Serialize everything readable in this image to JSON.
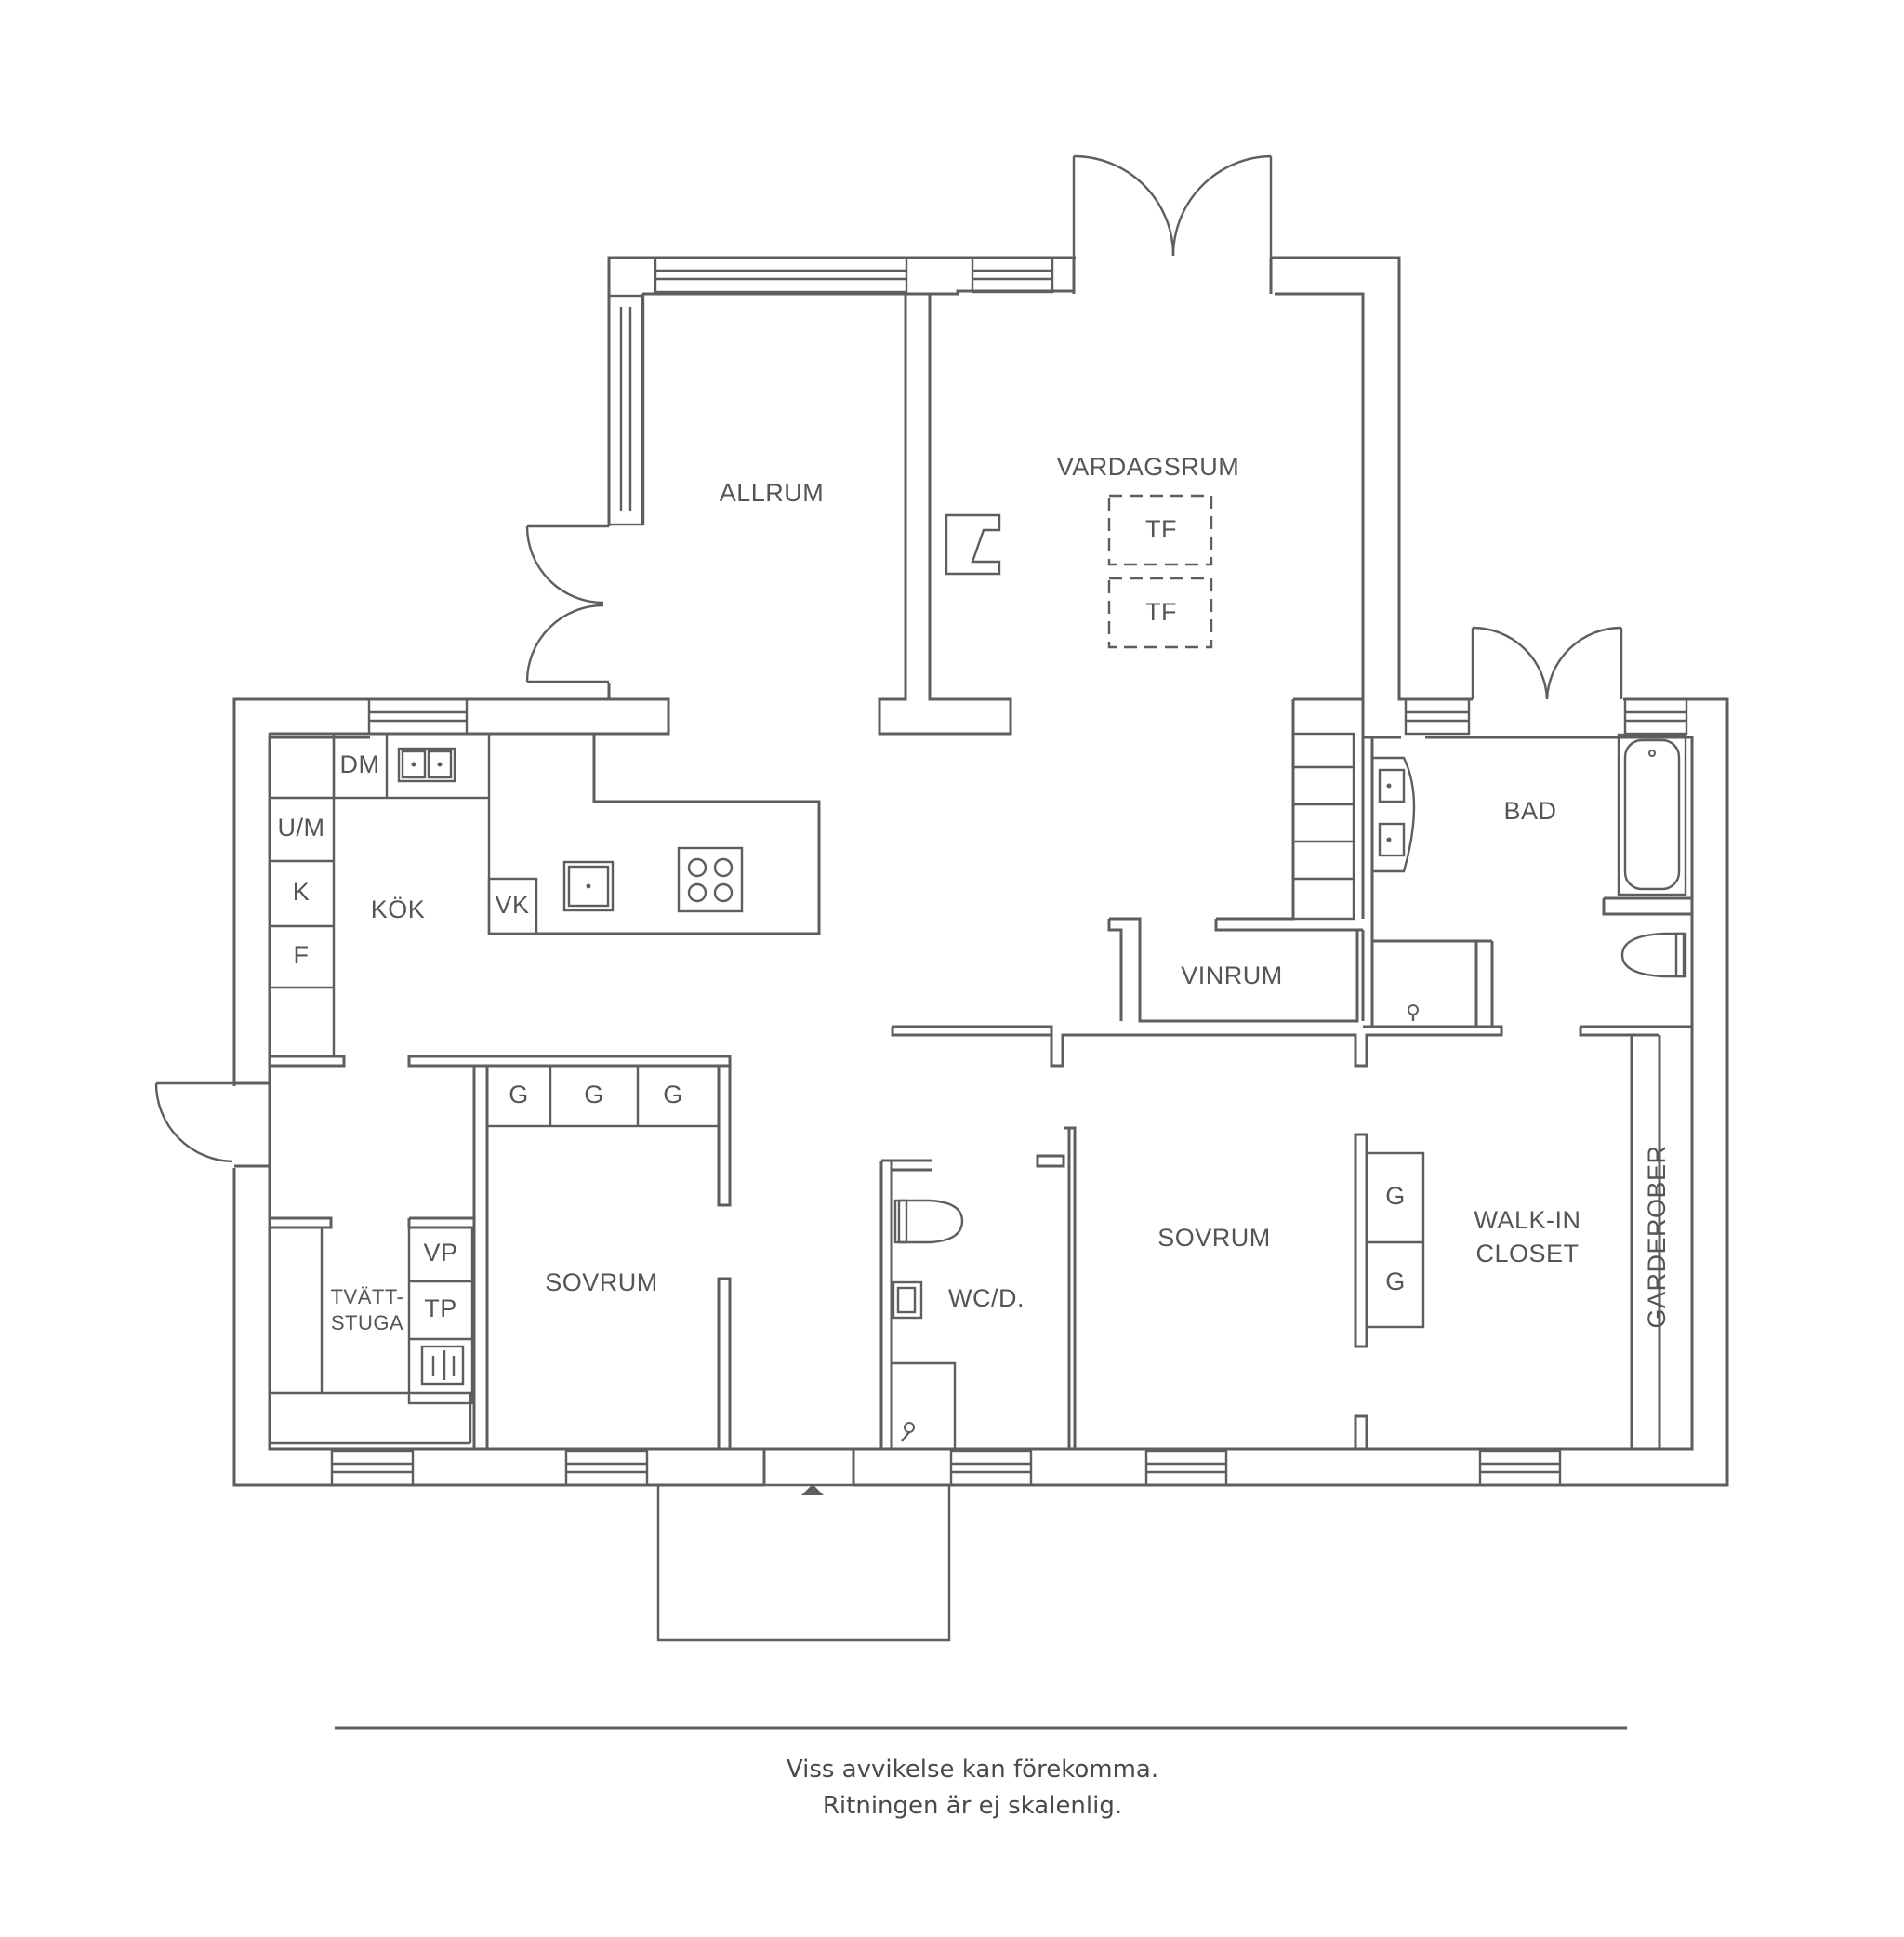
{
  "rooms": {
    "allrum": "ALLRUM",
    "vardagsrum": "VARDAGSRUM",
    "kok": "KÖK",
    "bad": "BAD",
    "vinrum": "VINRUM",
    "sovrum_left": "SOVRUM",
    "sovrum_right": "SOVRUM",
    "wc": "WC/D.",
    "walkin_1": "WALK-IN",
    "walkin_2": "CLOSET",
    "tvatt_1": "TVÄTT-",
    "tvatt_2": "STUGA",
    "garderober": "GARDEROBER"
  },
  "fixtures": {
    "tf_1": "TF",
    "tf_2": "TF",
    "dm": "DM",
    "um": "U/M",
    "k": "K",
    "f": "F",
    "vk": "VK",
    "vp": "VP",
    "tp": "TP",
    "g_1": "G",
    "g_2": "G",
    "g_3": "G",
    "g_4": "G",
    "g_5": "G"
  },
  "disclaimer": {
    "line1": "Viss avvikelse kan förekomma.",
    "line2": "Ritningen är ej skalenlig."
  }
}
